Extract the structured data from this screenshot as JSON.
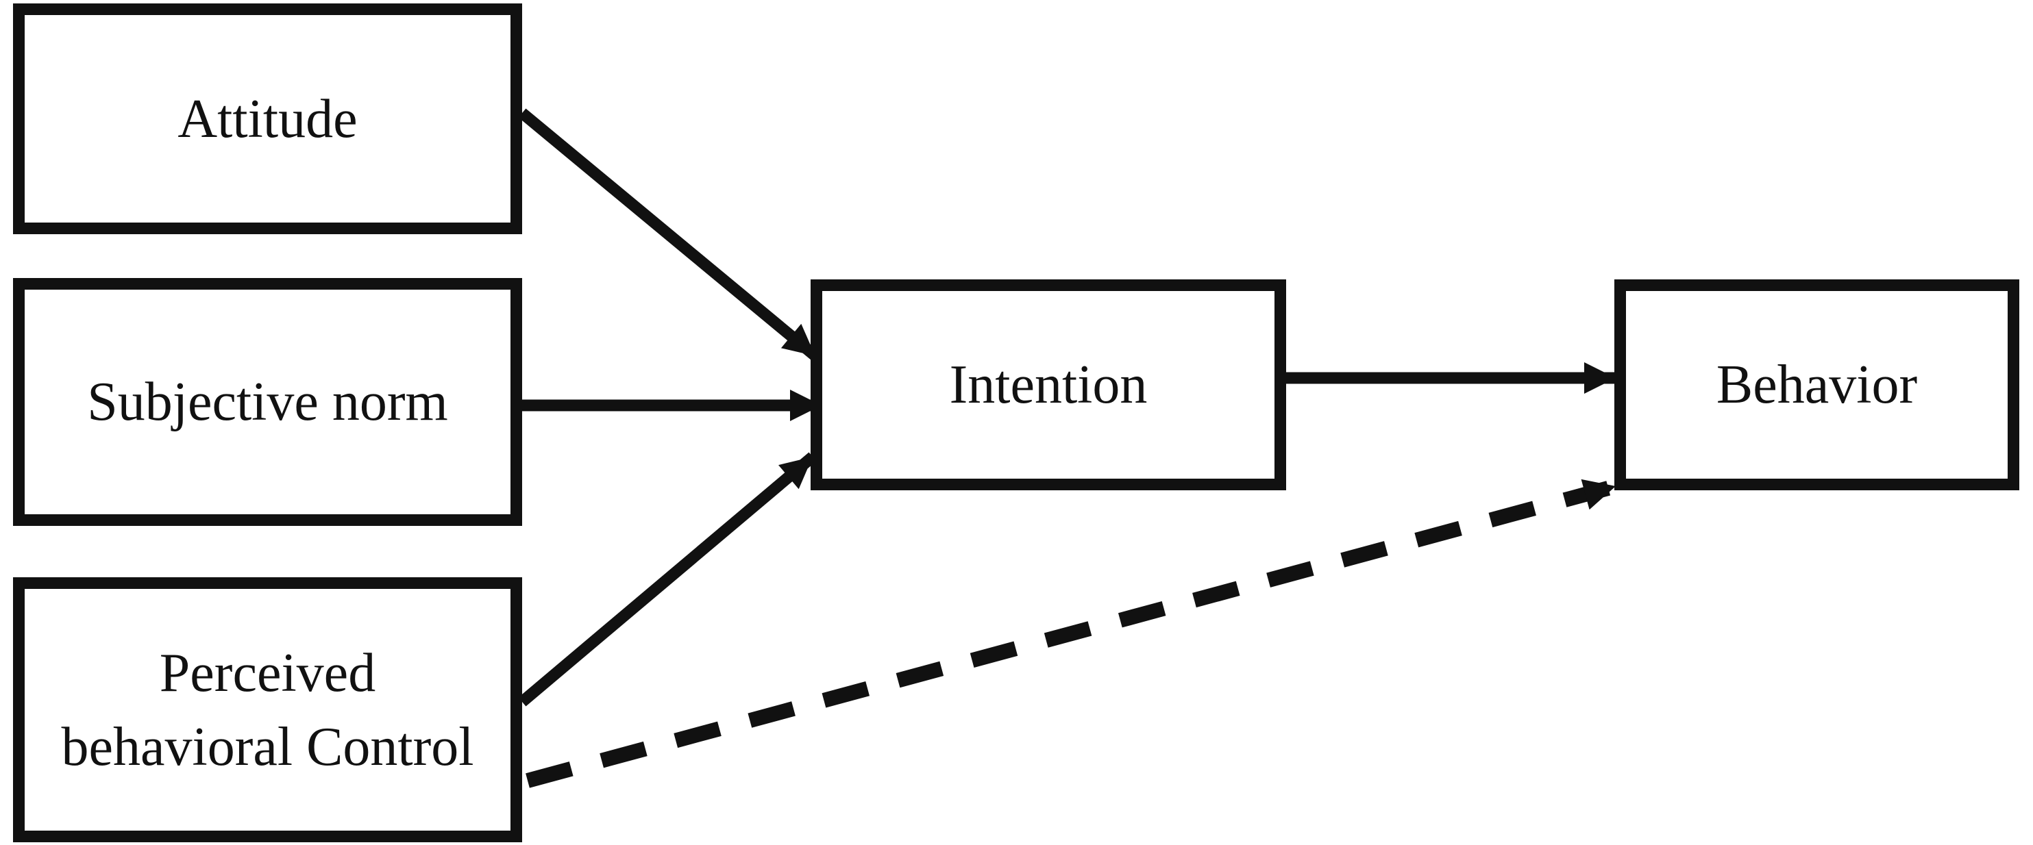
{
  "colors": {
    "background": "#ffffff",
    "line": "#111111",
    "box_fill": "#ffffff",
    "text": "#111111"
  },
  "nodes": [
    {
      "id": "attitude",
      "label": "Attitude"
    },
    {
      "id": "subjective-norm",
      "label": "Subjective norm"
    },
    {
      "id": "perceived-behavioral-control",
      "label_line1": "Perceived",
      "label_line2": "behavioral Control"
    },
    {
      "id": "intention",
      "label": "Intention"
    },
    {
      "id": "behavior",
      "label": "Behavior"
    }
  ],
  "edges": [
    {
      "from": "Attitude",
      "to": "Intention",
      "style": "solid"
    },
    {
      "from": "Subjective norm",
      "to": "Intention",
      "style": "solid"
    },
    {
      "from": "Perceived behavioral Control",
      "to": "Intention",
      "style": "solid"
    },
    {
      "from": "Intention",
      "to": "Behavior",
      "style": "solid"
    },
    {
      "from": "Perceived behavioral Control",
      "to": "Behavior",
      "style": "dashed"
    }
  ]
}
